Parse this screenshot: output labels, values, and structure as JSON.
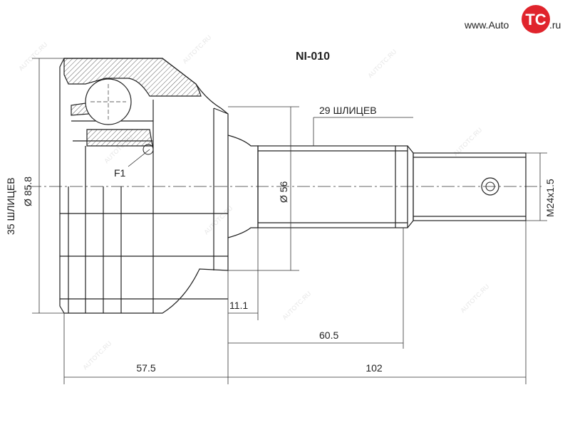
{
  "part_number": "NI-010",
  "website": "www.Auto",
  "logo_mark": "TC",
  "logo_suffix": ".ru",
  "watermark_text": "AUTOTC.RU",
  "labels": {
    "outer_splines": "35 ШЛИЦЕВ",
    "outer_diameter": "Ø 85.8",
    "shaft_splines": "29 ШЛИЦЕВ",
    "shaft_diameter": "Ø 56",
    "thread": "M24x1.5",
    "feature": "F1"
  },
  "dimensions": {
    "d1": "11.1",
    "d2": "60.5",
    "d3": "57.5",
    "d4": "102"
  },
  "colors": {
    "line": "#222222",
    "logo_red": "#e0242c",
    "watermark": "#e6e6e6"
  }
}
